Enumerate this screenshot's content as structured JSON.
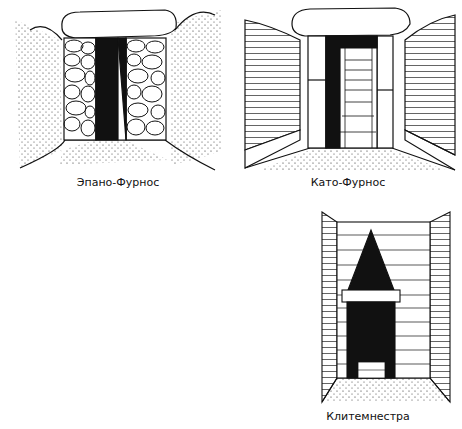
{
  "diagram": {
    "labels": [
      "Эпано-Фурнос",
      "Като-Фурнос",
      "Клитемнестра"
    ]
  }
}
